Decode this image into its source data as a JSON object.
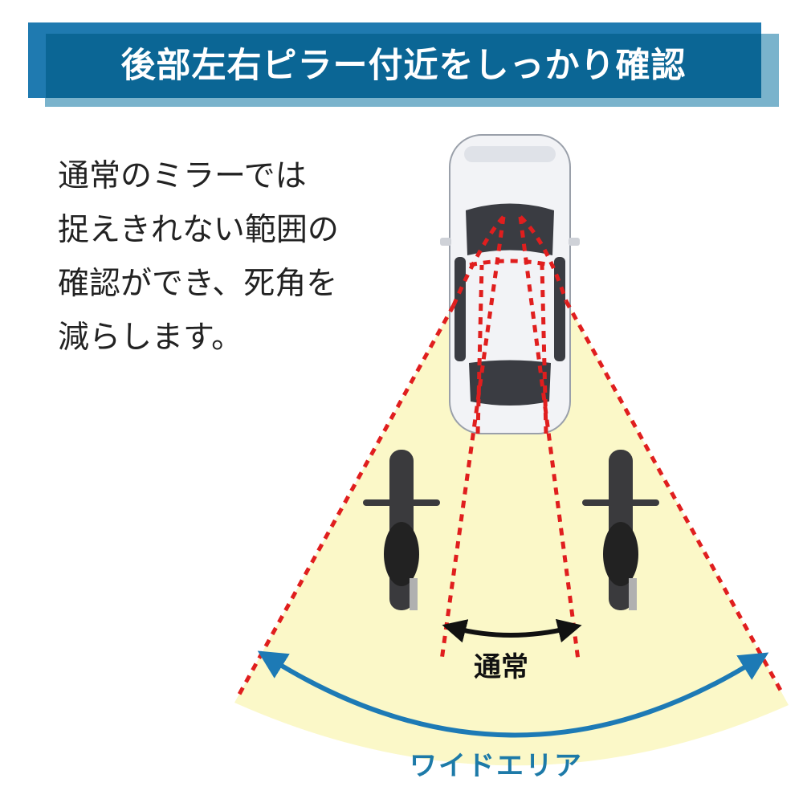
{
  "header": {
    "title": "後部左右ピラー付近をしっかり確認"
  },
  "description": {
    "lines": [
      "通常のミラーでは",
      "捉えきれない範囲の",
      "確認ができ、死角を",
      "減らします。"
    ]
  },
  "labels": {
    "normal": "通常",
    "wide": "ワイドエリア"
  },
  "colors": {
    "header": "#0b6695",
    "fan": "#fbf8c8",
    "dash": "#e01e1e",
    "wide_arrow": "#1d7ab5"
  }
}
